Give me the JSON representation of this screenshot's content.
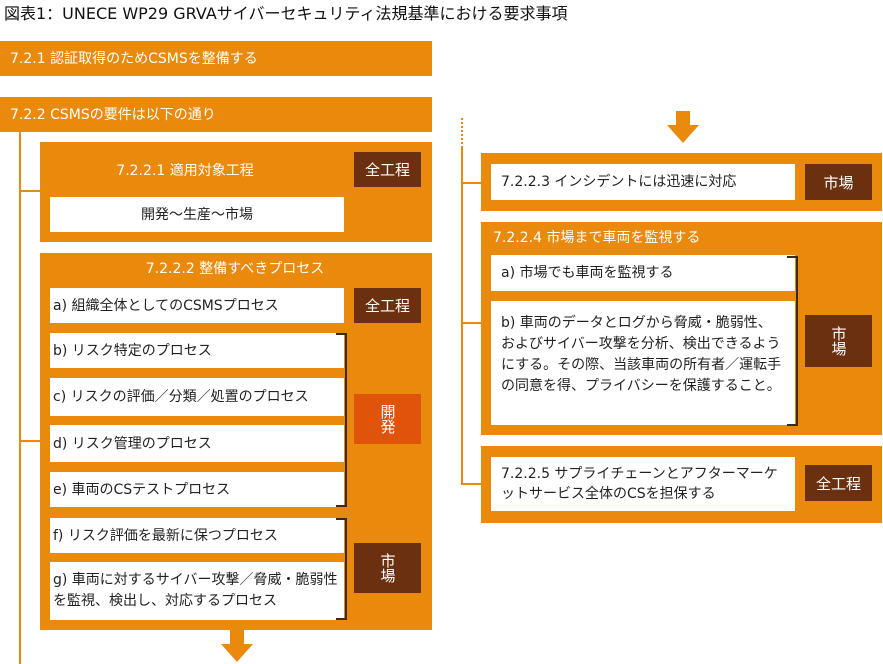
{
  "title": "図表1：UNECE WP29 GRVAサイバーセキュリティ法規基準における要求事項",
  "left": {
    "s721": "7.2.1 認証取得のためCSMSを整備する",
    "s722": "7.2.2 CSMSの要件は以下の通り",
    "s7221": {
      "title": "7.2.2.1 適用対象工程",
      "badge": "全工程",
      "value": "開発～生産～市場"
    },
    "s7222": {
      "title": "7.2.2.2 整備すべきプロセス",
      "items": [
        "a) 組織全体としてのCSMSプロセス",
        "b) リスク特定のプロセス",
        "c) リスクの評価／分類／処置のプロセス",
        "d) リスク管理のプロセス",
        "e) 車両のCSテストプロセス",
        "f) リスク評価を最新に保つプロセス",
        "g) 車両に対するサイバー攻撃／脅威・脆弱性を監視、検出し、対応するプロセス"
      ],
      "badge_a": "全工程",
      "badge_dev": "開発",
      "badge_market": "市場"
    }
  },
  "right": {
    "s7223": {
      "title": "7.2.2.3 インシデントには迅速に対応",
      "badge": "市場"
    },
    "s7224": {
      "title": "7.2.2.4 市場まで車両を監視する",
      "item_a": "a) 市場でも車両を監視する",
      "item_b": "b) 車両のデータとログから脅威・脆弱性、およびサイバー攻撃を分析、検出できるようにする。その際、当該車両の所有者／運転手の同意を得、プライバシーを保護すること。",
      "badge": "市場"
    },
    "s7225": {
      "title": "7.2.2.5 サプライチェーンとアフターマーケットサービス全体のCSを担保する",
      "badge": "全工程"
    }
  },
  "colors": {
    "orange": "#e98a0c",
    "dark_badge": "#6b3010",
    "dev_badge": "#e0530a"
  },
  "icons": [
    "down-arrow-icon"
  ]
}
